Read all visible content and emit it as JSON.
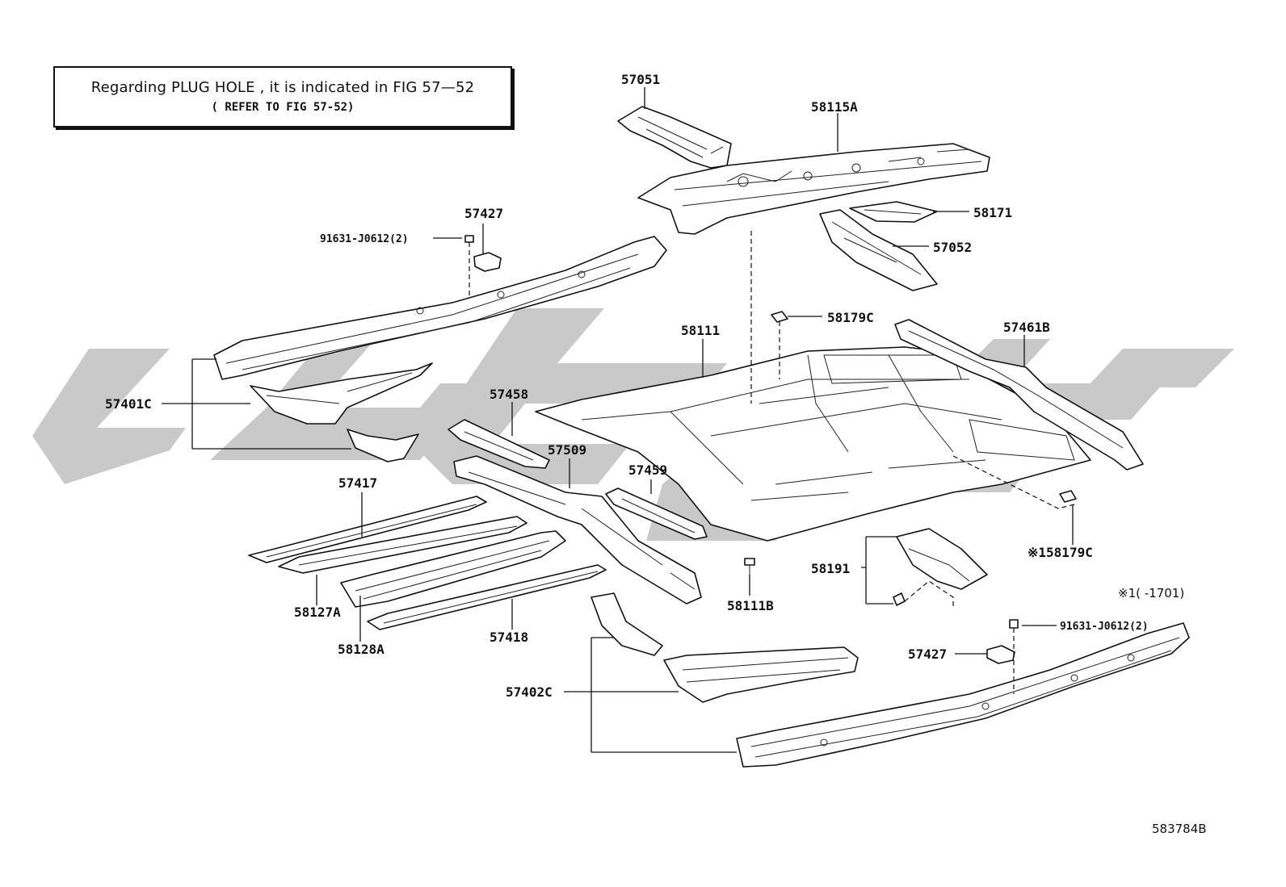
{
  "note": {
    "line1": "Regarding  PLUG  HOLE , it is indicated in FIG  57—52",
    "line2": "( REFER TO FIG 57-52)"
  },
  "labels": {
    "p57051": "57051",
    "p58115A": "58115A",
    "p58171": "58171",
    "p57052": "57052",
    "p57427_top": "57427",
    "p91631_top": "91631-J0612(2)",
    "p58179C_top": "58179C",
    "p58111": "58111",
    "p57461B": "57461B",
    "p57401C": "57401C",
    "p57458": "57458",
    "p57509": "57509",
    "p57459": "57459",
    "p57417": "57417",
    "p58127A": "58127A",
    "p58128A": "58128A",
    "p57418": "57418",
    "p58111B": "58111B",
    "p58191": "58191",
    "p58179C_bottom": "※158179C",
    "footnote": "※1(      -1701)",
    "p91631_bottom": "91631-J0612(2)",
    "p57427_bottom": "57427",
    "p57402C": "57402C",
    "figure_id": "583784B"
  }
}
